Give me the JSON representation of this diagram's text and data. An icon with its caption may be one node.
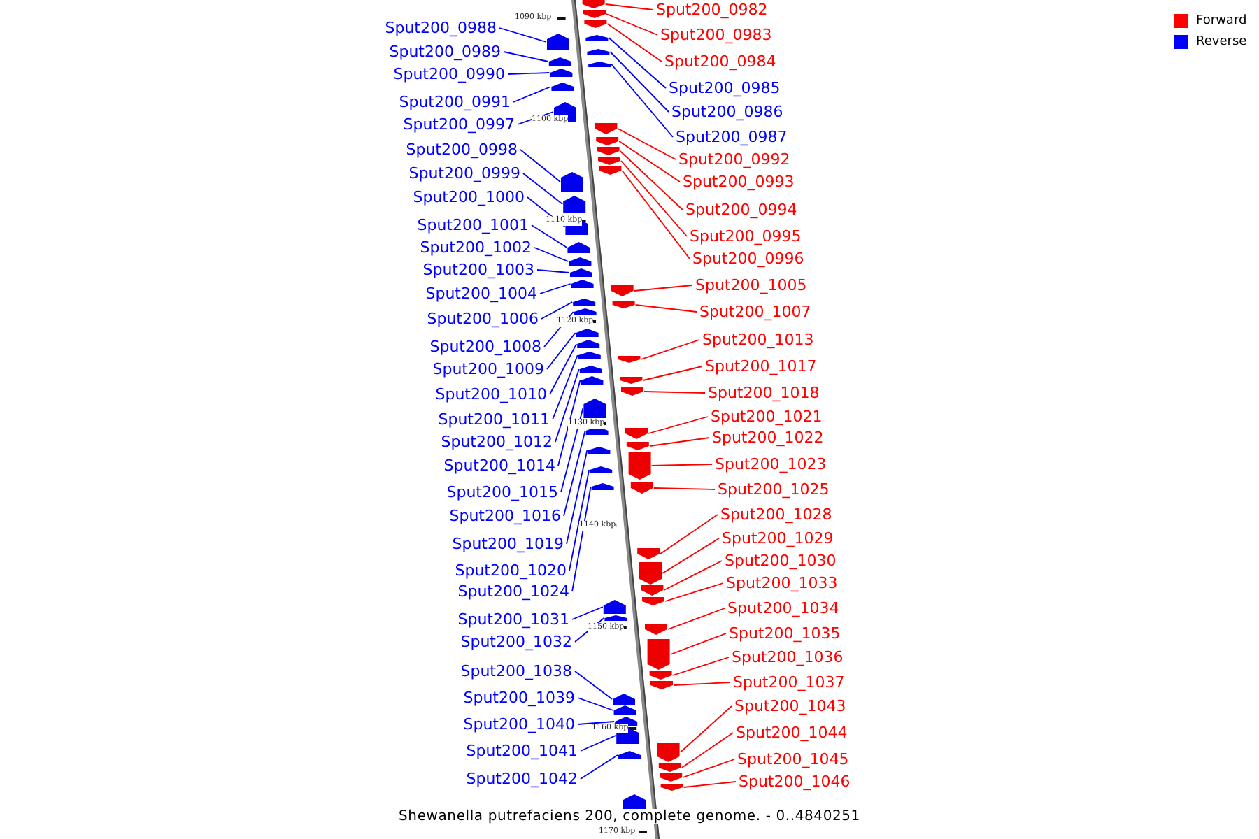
{
  "diagram": {
    "caption": "Shewanella putrefaciens 200, complete genome. - 0..4840251",
    "nodes": [
      {
        "text": [
          "Sput200_0988"
        ]
      },
      {
        "text": [
          "Sput200_0989"
        ]
      },
      {
        "text": [
          "Sput200_0990"
        ]
      },
      {
        "text": [
          "Sput200_0991"
        ]
      },
      {
        "text": [
          "Sput200_0997"
        ]
      },
      {
        "text": [
          "Sput200_0998"
        ]
      },
      {
        "text": [
          "Sput200_0999"
        ]
      },
      {
        "text": [
          "Sput200_1000"
        ]
      },
      {
        "text": [
          "Sput200_1001"
        ]
      },
      {
        "text": [
          "Sput200_1002"
        ]
      },
      {
        "text": [
          "Sput200_1003"
        ]
      },
      {
        "text": [
          "Sput200_1004"
        ]
      },
      {
        "text": [
          "Sput200_1006"
        ]
      },
      {
        "text": [
          "Sput200_1008"
        ]
      },
      {
        "text": [
          "Sput200_1009"
        ]
      },
      {
        "text": [
          "Sput200_1010"
        ]
      },
      {
        "text": [
          "Sput200_1011"
        ]
      },
      {
        "text": [
          "Sput200_1012"
        ]
      },
      {
        "text": [
          "Sput200_1014"
        ]
      },
      {
        "text": [
          "Sput200_1015"
        ]
      },
      {
        "text": [
          "Sput200_1016"
        ]
      },
      {
        "text": [
          "Sput200_1019"
        ]
      },
      {
        "text": [
          "Sput200_1020"
        ]
      },
      {
        "text": [
          "Sput200_1024"
        ]
      },
      {
        "text": [
          "Sput200_1031"
        ]
      },
      {
        "text": [
          "Sput200_1032"
        ]
      },
      {
        "text": [
          "Sput200_1038"
        ]
      },
      {
        "text": [
          "Sput200_1039"
        ]
      },
      {
        "text": [
          "Sput200_1040"
        ]
      },
      {
        "text": [
          "Sput200_1041"
        ]
      },
      {
        "text": [
          "Sput200_1042"
        ]
      },
      {
        "text": [
          "Sput200_0982"
        ]
      },
      {
        "text": [
          "Sput200_0983"
        ]
      },
      {
        "text": [
          "Sput200_0984"
        ]
      },
      {
        "text": [
          "Sput200_0985"
        ]
      },
      {
        "text": [
          "Sput200_0986"
        ]
      },
      {
        "text": [
          "Sput200_0987"
        ]
      },
      {
        "text": [
          "Sput200_0992"
        ]
      },
      {
        "text": [
          "Sput200_0993"
        ]
      },
      {
        "text": [
          "Sput200_0994"
        ]
      },
      {
        "text": [
          "Sput200_0995"
        ]
      },
      {
        "text": [
          "Sput200_0996"
        ]
      },
      {
        "text": [
          "Sput200_1005"
        ]
      },
      {
        "text": [
          "Sput200_1007"
        ]
      },
      {
        "text": [
          "Sput200_1013"
        ]
      },
      {
        "text": [
          "Sput200_1017"
        ]
      },
      {
        "text": [
          "Sput200_1018"
        ]
      },
      {
        "text": [
          "Sput200_1021"
        ]
      },
      {
        "text": [
          "Sput200_1022"
        ]
      },
      {
        "text": [
          "Sput200_1023"
        ]
      },
      {
        "text": [
          "Sput200_1025"
        ]
      },
      {
        "text": [
          "Sput200_1028"
        ]
      },
      {
        "text": [
          "Sput200_1029"
        ]
      },
      {
        "text": [
          "Sput200_1030"
        ]
      },
      {
        "text": [
          "Sput200_1033"
        ]
      },
      {
        "text": [
          "Sput200_1034"
        ]
      },
      {
        "text": [
          "Sput200_1035"
        ]
      },
      {
        "text": [
          "Sput200_1036"
        ]
      },
      {
        "text": [
          "Sput200_1037"
        ]
      },
      {
        "text": [
          "Sput200_1043"
        ]
      },
      {
        "text": [
          "Sput200_1044"
        ]
      },
      {
        "text": [
          "Sput200_1045"
        ]
      },
      {
        "text": [
          "Sput200_1046"
        ]
      },
      {
        "text": [],
        "shape": "box"
      },
      {
        "text": [],
        "shape": "box"
      },
      {
        "text": [],
        "shape": "box"
      },
      {
        "text": [],
        "shape": "box"
      },
      {
        "text": [],
        "shape": "box"
      },
      {
        "text": [],
        "shape": "box"
      },
      {
        "text": [],
        "shape": "box"
      },
      {
        "text": [],
        "shape": "box"
      },
      {
        "text": [],
        "shape": "box"
      },
      {
        "text": [],
        "shape": "box"
      },
      {
        "text": [],
        "shape": "box"
      },
      {
        "text": [],
        "shape": "box"
      },
      {
        "text": [],
        "shape": "box"
      },
      {
        "text": [],
        "shape": "box"
      },
      {
        "text": [],
        "shape": "box"
      },
      {
        "text": [],
        "shape": "box"
      },
      {
        "text": [],
        "shape": "box"
      },
      {
        "text": [],
        "shape": "box"
      },
      {
        "text": [],
        "shape": "box"
      },
      {
        "text": [],
        "shape": "box"
      },
      {
        "text": [],
        "shape": "box"
      },
      {
        "text": [],
        "shape": "box"
      },
      {
        "text": [],
        "shape": "box"
      },
      {
        "text": [],
        "shape": "box"
      },
      {
        "text": [],
        "shape": "box"
      },
      {
        "text": [],
        "shape": "box"
      },
      {
        "text": [],
        "shape": "box"
      },
      {
        "text": [],
        "shape": "box"
      },
      {
        "text": [],
        "shape": "box"
      },
      {
        "text": [],
        "shape": "box"
      },
      {
        "text": [],
        "shape": "box"
      },
      {
        "text": [],
        "shape": "box"
      },
      {
        "text": [],
        "shape": "box"
      },
      {
        "text": [],
        "shape": "box"
      },
      {
        "text": [],
        "shape": "box"
      },
      {
        "text": [],
        "shape": "box"
      },
      {
        "text": [],
        "shape": "box"
      },
      {
        "text": [],
        "shape": "box"
      },
      {
        "text": [],
        "shape": "box"
      },
      {
        "text": [],
        "shape": "box"
      },
      {
        "text": [],
        "shape": "box"
      },
      {
        "text": [],
        "shape": "box"
      },
      {
        "text": [],
        "shape": "box"
      },
      {
        "text": [],
        "shape": "box"
      },
      {
        "text": [],
        "shape": "box"
      },
      {
        "text": [],
        "shape": "box"
      },
      {
        "text": [],
        "shape": "box"
      },
      {
        "text": [],
        "shape": "box"
      },
      {
        "text": [],
        "shape": "box"
      },
      {
        "text": [],
        "shape": "box"
      },
      {
        "text": [],
        "shape": "box"
      },
      {
        "text": [],
        "shape": "box"
      },
      {
        "text": [],
        "shape": "box"
      },
      {
        "text": [],
        "shape": "box"
      },
      {
        "text": [],
        "shape": "box"
      },
      {
        "text": [],
        "shape": "box"
      },
      {
        "text": [],
        "shape": "box"
      },
      {
        "text": [],
        "shape": "box"
      },
      {
        "text": [],
        "shape": "box"
      },
      {
        "text": [],
        "shape": "box"
      },
      {
        "text": [],
        "shape": "box"
      },
      {
        "text": [],
        "shape": "box"
      },
      {
        "text": [],
        "shape": "box"
      },
      {
        "text": [],
        "shape": "box"
      }
    ],
    "edges": [
      {
        "from": 0,
        "to": 63,
        "arrow": "none"
      },
      {
        "from": 1,
        "to": 64,
        "arrow": "none"
      },
      {
        "from": 2,
        "to": 65,
        "arrow": "none"
      },
      {
        "from": 3,
        "to": 66,
        "arrow": "none"
      },
      {
        "from": 4,
        "to": 67,
        "arrow": "none"
      },
      {
        "from": 5,
        "to": 68,
        "arrow": "none"
      },
      {
        "from": 6,
        "to": 69,
        "arrow": "none"
      },
      {
        "from": 7,
        "to": 70,
        "arrow": "none"
      },
      {
        "from": 8,
        "to": 71,
        "arrow": "none"
      },
      {
        "from": 9,
        "to": 72,
        "arrow": "none"
      },
      {
        "from": 10,
        "to": 73,
        "arrow": "none"
      },
      {
        "from": 11,
        "to": 74,
        "arrow": "none"
      },
      {
        "from": 12,
        "to": 75,
        "arrow": "none"
      },
      {
        "from": 13,
        "to": 76,
        "arrow": "none"
      },
      {
        "from": 14,
        "to": 77,
        "arrow": "none"
      },
      {
        "from": 15,
        "to": 78,
        "arrow": "none"
      },
      {
        "from": 16,
        "to": 79,
        "arrow": "none"
      },
      {
        "from": 17,
        "to": 80,
        "arrow": "none"
      },
      {
        "from": 18,
        "to": 81,
        "arrow": "none"
      },
      {
        "from": 19,
        "to": 82,
        "arrow": "none"
      },
      {
        "from": 20,
        "to": 83,
        "arrow": "none"
      },
      {
        "from": 21,
        "to": 84,
        "arrow": "none"
      },
      {
        "from": 22,
        "to": 85,
        "arrow": "none"
      },
      {
        "from": 23,
        "to": 86,
        "arrow": "none"
      },
      {
        "from": 24,
        "to": 87,
        "arrow": "none"
      },
      {
        "from": 25,
        "to": 88,
        "arrow": "none"
      },
      {
        "from": 26,
        "to": 89,
        "arrow": "none"
      },
      {
        "from": 27,
        "to": 90,
        "arrow": "none"
      },
      {
        "from": 28,
        "to": 91,
        "arrow": "none"
      },
      {
        "from": 29,
        "to": 92,
        "arrow": "none"
      },
      {
        "from": 30,
        "to": 93,
        "arrow": "none"
      },
      {
        "from": 31,
        "to": 94,
        "arrow": "none",
        "color": "#ff0000"
      },
      {
        "from": 32,
        "to": 95,
        "arrow": "none",
        "color": "#ff0000"
      },
      {
        "from": 33,
        "to": 96,
        "arrow": "none",
        "color": "#ff0000"
      },
      {
        "from": 34,
        "to": 97,
        "arrow": "none"
      },
      {
        "from": 35,
        "to": 98,
        "arrow": "none"
      },
      {
        "from": 36,
        "to": 99,
        "arrow": "none"
      },
      {
        "from": 37,
        "to": 100,
        "arrow": "none",
        "color": "#ff0000"
      },
      {
        "from": 38,
        "to": 101,
        "arrow": "none",
        "color": "#ff0000"
      },
      {
        "from": 39,
        "to": 102,
        "arrow": "none",
        "color": "#ff0000"
      },
      {
        "from": 40,
        "to": 103,
        "arrow": "none",
        "color": "#ff0000"
      },
      {
        "from": 41,
        "to": 104,
        "arrow": "none",
        "color": "#ff0000"
      },
      {
        "from": 42,
        "to": 105,
        "arrow": "none",
        "color": "#ff0000"
      },
      {
        "from": 43,
        "to": 106,
        "arrow": "none",
        "color": "#ff0000"
      },
      {
        "from": 44,
        "to": 107,
        "arrow": "none",
        "color": "#ff0000"
      },
      {
        "from": 45,
        "to": 108,
        "arrow": "none",
        "color": "#ff0000"
      },
      {
        "from": 46,
        "to": 109,
        "arrow": "none",
        "color": "#ff0000"
      },
      {
        "from": 47,
        "to": 110,
        "arrow": "none",
        "color": "#ff0000"
      },
      {
        "from": 48,
        "to": 111,
        "arrow": "none",
        "color": "#ff0000"
      },
      {
        "from": 49,
        "to": 112,
        "arrow": "none",
        "color": "#ff0000"
      },
      {
        "from": 50,
        "to": 113,
        "arrow": "none",
        "color": "#ff0000"
      },
      {
        "from": 51,
        "to": 114,
        "arrow": "none",
        "color": "#ff0000"
      },
      {
        "from": 52,
        "to": 115,
        "arrow": "none",
        "color": "#ff0000"
      },
      {
        "from": 53,
        "to": 116,
        "arrow": "none",
        "color": "#ff0000"
      },
      {
        "from": 54,
        "to": 117,
        "arrow": "none",
        "color": "#ff0000"
      },
      {
        "from": 55,
        "to": 118,
        "arrow": "none",
        "color": "#ff0000"
      },
      {
        "from": 56,
        "to": 119,
        "arrow": "none",
        "color": "#ff0000"
      },
      {
        "from": 57,
        "to": 120,
        "arrow": "none",
        "color": "#ff0000"
      },
      {
        "from": 58,
        "to": 121,
        "arrow": "none",
        "color": "#ff0000"
      },
      {
        "from": 59,
        "to": 122,
        "arrow": "none",
        "color": "#ff0000"
      },
      {
        "from": 60,
        "to": 123,
        "arrow": "none",
        "color": "#ff0000"
      },
      {
        "from": 61,
        "to": 124,
        "arrow": "none",
        "color": "#ff0000"
      },
      {
        "from": 62,
        "to": 125,
        "arrow": "none",
        "color": "#ff0000"
      }
    ],
    "labels": [
      "1090 kbp",
      "1100 kbp",
      "1110 kbp",
      "1120 kbp",
      "1130 kbp",
      "1140 kbp",
      "1150 kbp",
      "1160 kbp",
      "1170 kbp"
    ],
    "legend": [
      {
        "text": "Forward",
        "color": "#ff0000"
      },
      {
        "text": "Reverse",
        "color": "#0000ff"
      }
    ]
  }
}
